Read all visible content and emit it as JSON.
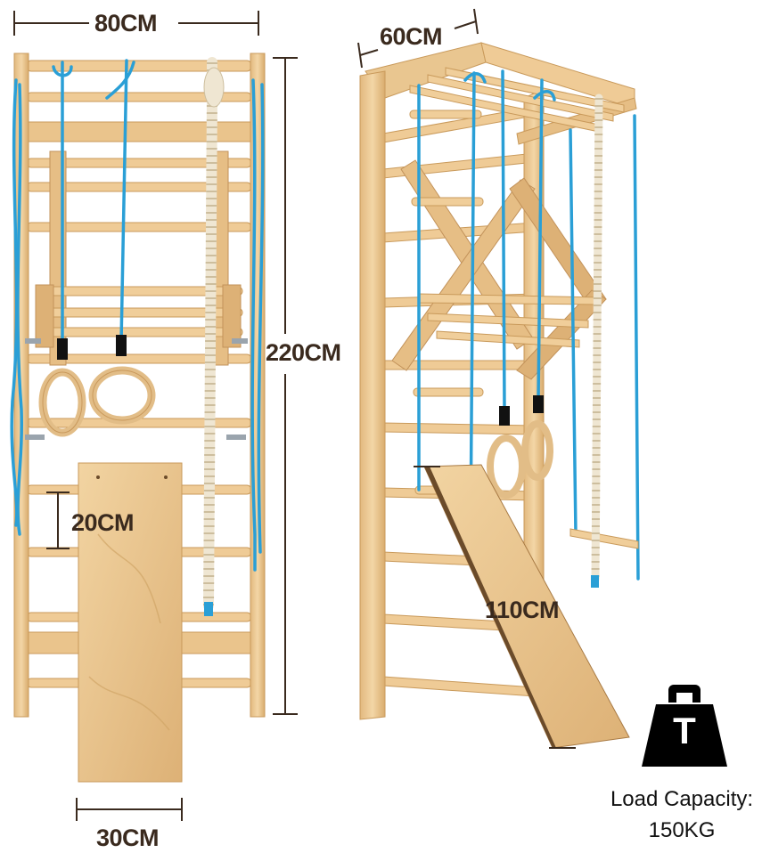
{
  "dimensions": {
    "width_label": "80CM",
    "depth_label": "60CM",
    "height_label": "220CM",
    "rung_spacing_label": "20CM",
    "board_width_label": "30CM",
    "board_length_label": "110CM"
  },
  "load": {
    "icon": "weight-icon",
    "icon_letter": "T",
    "caption_line1": "Load Capacity:",
    "caption_line2": "150KG"
  },
  "colors": {
    "wood": "#E9C690",
    "wood_dark": "#C99A5B",
    "rope_blue": "#2A9FD6",
    "rope_white": "#EFE6D2",
    "dim_line": "#3a2a1e",
    "icon": "#000000"
  }
}
